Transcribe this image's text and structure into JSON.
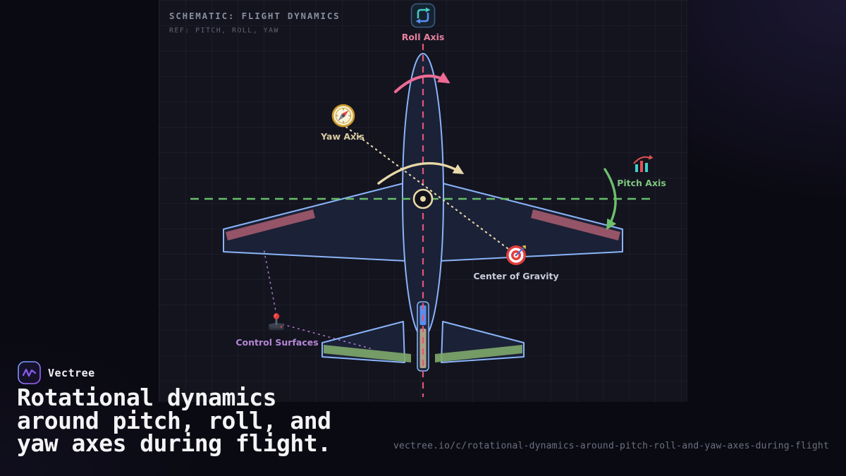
{
  "panel": {
    "title": "SCHEMATIC: FLIGHT DYNAMICS",
    "ref": "REF: PITCH, ROLL, YAW"
  },
  "labels": {
    "roll_axis": "Roll Axis",
    "yaw_axis": "Yaw Axis",
    "pitch_axis": "Pitch Axis",
    "center_of_gravity": "Center of Gravity",
    "control_surfaces": "Control Surfaces"
  },
  "brand": {
    "name": "Vectree"
  },
  "headline": {
    "line1": "Rotational dynamics",
    "line2": "around pitch, roll, and",
    "line3": "yaw axes during flight."
  },
  "footer": {
    "url": "vectree.io/c/rotational-dynamics-around-pitch-roll-and-yaw-axes-during-flight"
  },
  "icons": {
    "roll": "rotate-cycle-icon",
    "yaw": "compass-icon",
    "pitch": "trend-chart-icon",
    "center_of_gravity": "target-icon",
    "control_surfaces": "joystick-icon",
    "brand": "vectree-logo"
  },
  "colors": {
    "roll": "#e0567a",
    "pitch": "#66bb6a",
    "yaw": "#ded0a5",
    "control": "#a678c8",
    "outline": "#8ab4f8",
    "background": "#0a0a12",
    "panel": "#14141f"
  }
}
